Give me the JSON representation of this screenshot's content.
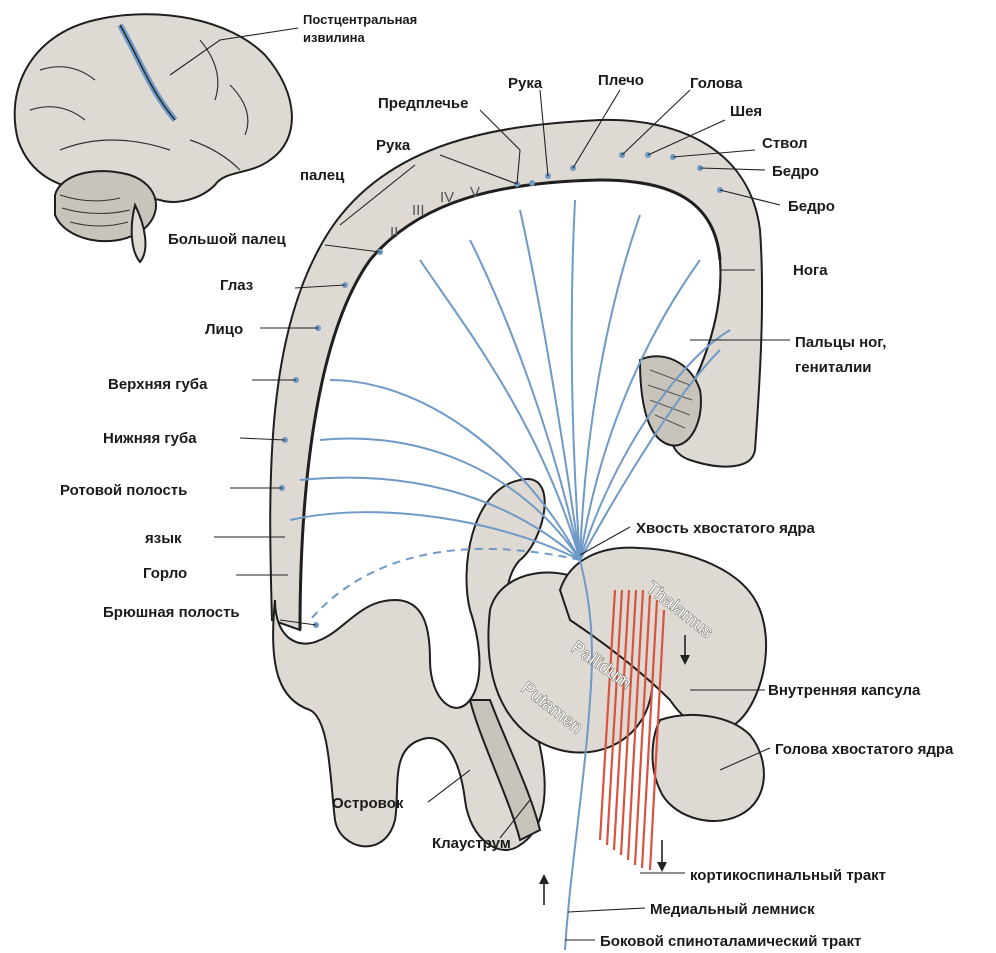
{
  "labels": {
    "postcentral": [
      "Постцентральная",
      "извилина"
    ],
    "forearm": "Предплечье",
    "hand_top": "Рука",
    "shoulder": "Плечо",
    "head": "Голова",
    "neck": "Шея",
    "trunk": "Ствол",
    "hip": "Бедро",
    "thigh": "Бедро",
    "hand": "Рука",
    "finger": "палец",
    "thumb": "Большой палец",
    "eye": "Глаз",
    "face": "Лицо",
    "upper_lip": "Верхняя губа",
    "lower_lip": "Нижняя губа",
    "oral_cavity": "Ротовой полость",
    "tongue": "язык",
    "throat": "Горло",
    "abdominal": "Брюшная полость",
    "leg": "Нога",
    "toes": [
      "Пальцы ног,",
      "гениталии"
    ],
    "caudate_tail": "Хвость хвостатого ядра",
    "internal_capsule": "Внутренняя капсула",
    "caudate_head": "Голова хвостатого ядра",
    "insula": "Островок",
    "claustrum": "Клауструм",
    "corticospinal": "кортикоспинальный тракт",
    "medial_lemniscus": "Медиальный лемниск",
    "spinothalamic": "Боковой спиноталамический тракт"
  },
  "fingers": [
    "II",
    "III",
    "IV",
    "V"
  ],
  "structures": {
    "thalamus": "Thalamus",
    "pallidum": "Pallidum",
    "putamen": "Putamen"
  },
  "colors": {
    "fiber": "#6f9ac7",
    "tissue": "#dedad3",
    "tract": "#d9533f"
  }
}
